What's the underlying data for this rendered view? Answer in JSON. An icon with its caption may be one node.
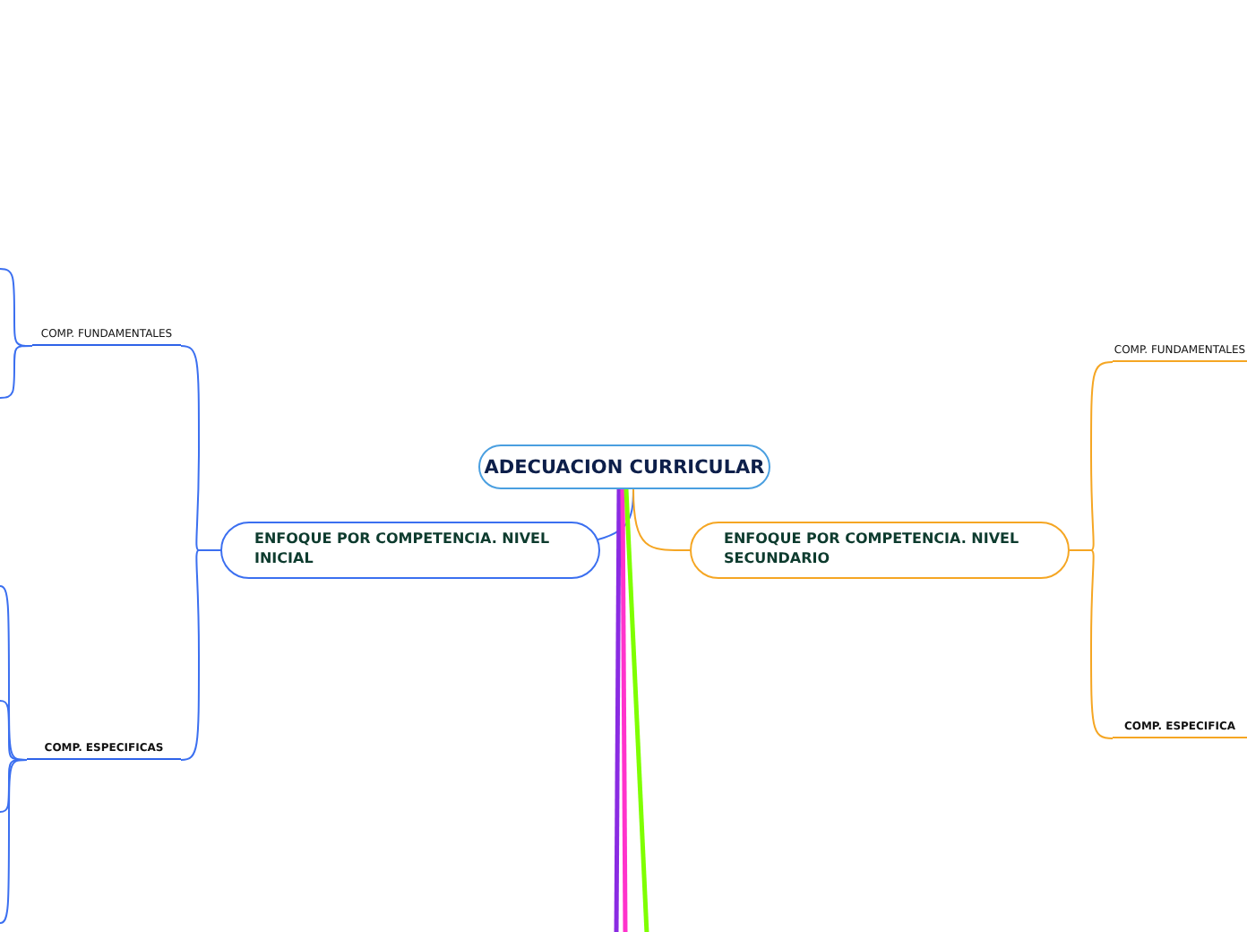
{
  "diagram": {
    "nodes": [
      {
        "text": [
          "ADECUACION CURRICULAR"
        ]
      },
      {
        "text": [
          "ENFOQUE POR COMPETENCIA. NIVEL INICIAL"
        ]
      },
      {
        "text": [
          "ENFOQUE POR COMPETENCIA. NIVEL SECUNDARIO"
        ]
      },
      {
        "text": [
          "COMP. FUNDAMENTALES"
        ]
      },
      {
        "text": [
          "COMP. ESPECIFICAS"
        ]
      },
      {
        "text": [
          "COMP. FUNDAMENTALES"
        ]
      },
      {
        "text": [
          "COMP. ESPECIFICA"
        ]
      }
    ],
    "edges": [
      {
        "from": 0,
        "to": 1,
        "arrow": "none"
      },
      {
        "from": 0,
        "to": 2,
        "arrow": "none",
        "color": "#f5a623"
      },
      {
        "from": 1,
        "to": 3,
        "arrow": "none"
      },
      {
        "from": 1,
        "to": 4,
        "arrow": "none"
      },
      {
        "from": 2,
        "to": 5,
        "arrow": "none",
        "color": "#f5a623"
      },
      {
        "from": 2,
        "to": 6,
        "arrow": "none",
        "color": "#f5a623"
      },
      {
        "from": 3,
        "to": null,
        "arrow": "none"
      },
      {
        "from": 3,
        "to": null,
        "arrow": "none"
      },
      {
        "from": 4,
        "to": null,
        "arrow": "none"
      },
      {
        "from": 4,
        "to": null,
        "arrow": "none"
      },
      {
        "from": 4,
        "to": null,
        "arrow": "none"
      },
      {
        "from": 4,
        "to": null,
        "arrow": "none"
      },
      {
        "from": 0,
        "to": null,
        "arrow": "none",
        "style": "thick",
        "color": "#8a2be2"
      },
      {
        "from": 0,
        "to": null,
        "arrow": "none",
        "style": "thick",
        "color": "#ff33cc"
      },
      {
        "from": 0,
        "to": null,
        "arrow": "none",
        "style": "thick",
        "color": "#7fff00"
      }
    ]
  }
}
